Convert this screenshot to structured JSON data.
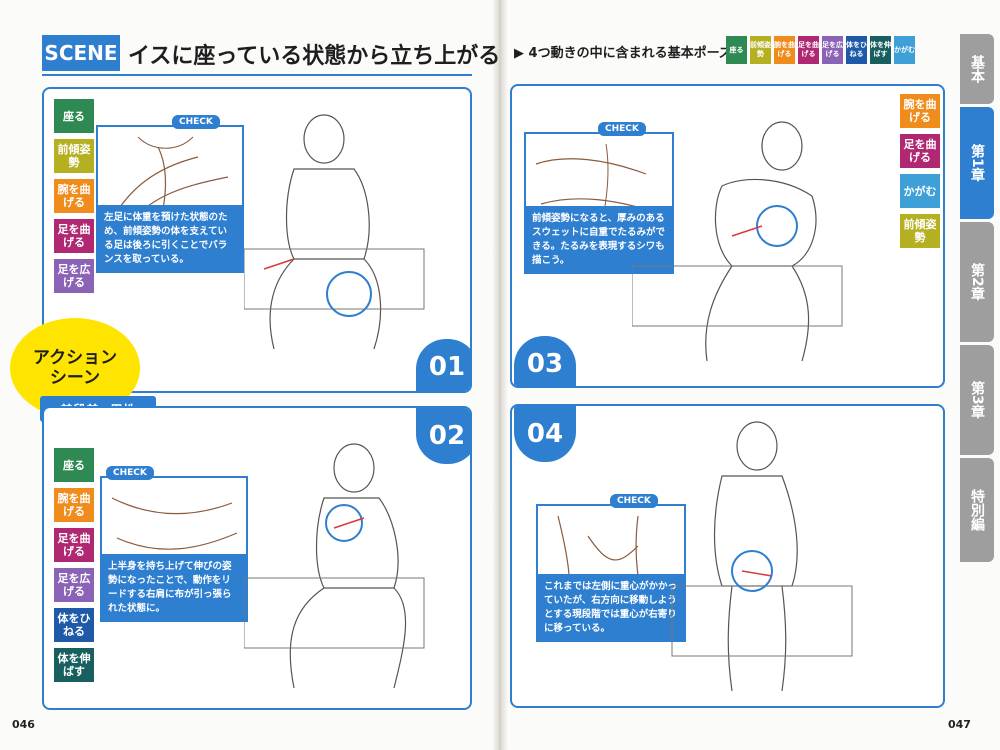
{
  "left_page": {
    "scene_label": "SCENE",
    "title": "イスに座っている状態から立ち上がる",
    "page_number": "046"
  },
  "right_page": {
    "title": "▶ 4つ動きの中に含まれる基本ポーズ",
    "page_number": "047",
    "tags": [
      {
        "label": "座る",
        "color": "#2e8a52"
      },
      {
        "label": "前傾姿勢",
        "color": "#b5b021"
      },
      {
        "label": "腕を曲げる",
        "color": "#f08c1c"
      },
      {
        "label": "足を曲げる",
        "color": "#b02772"
      },
      {
        "label": "足を広げる",
        "color": "#8a62b6"
      },
      {
        "label": "体をひねる",
        "color": "#1e5aa8"
      },
      {
        "label": "体を伸ばす",
        "color": "#17605f"
      },
      {
        "label": "かがむ",
        "color": "#3fa0d8"
      }
    ]
  },
  "chapters": [
    {
      "label": "基本",
      "color": "#9e9e9e"
    },
    {
      "label": "第1章",
      "color": "#2f7fd0"
    },
    {
      "label": "第2章",
      "color": "#9e9e9e"
    },
    {
      "label": "第3章",
      "color": "#9e9e9e"
    },
    {
      "label": "特別編",
      "color": "#9e9e9e"
    }
  ],
  "action": {
    "line1": "アクション",
    "line2": "シーン",
    "sub": "普段着×男性"
  },
  "panels": [
    {
      "number": "01",
      "check_label": "CHECK",
      "check_text": "左足に体重を預けた状態のため、前傾姿勢の体を支えている足は後ろに引くことでバランスを取っている。",
      "tags": [
        {
          "label": "座る",
          "color": "#2e8a52"
        },
        {
          "label": "前傾姿勢",
          "color": "#b5b021"
        },
        {
          "label": "腕を曲げる",
          "color": "#f08c1c"
        },
        {
          "label": "足を曲げる",
          "color": "#b02772"
        },
        {
          "label": "足を広げる",
          "color": "#8a62b6"
        }
      ]
    },
    {
      "number": "02",
      "check_label": "CHECK",
      "check_text": "上半身を持ち上げて伸びの姿勢になったことで、動作をリードする右肩に布が引っ張られた状態に。",
      "tags": [
        {
          "label": "座る",
          "color": "#2e8a52"
        },
        {
          "label": "腕を曲げる",
          "color": "#f08c1c"
        },
        {
          "label": "足を曲げる",
          "color": "#b02772"
        },
        {
          "label": "足を広げる",
          "color": "#8a62b6"
        },
        {
          "label": "体をひねる",
          "color": "#1e5aa8"
        },
        {
          "label": "体を伸ばす",
          "color": "#17605f"
        }
      ]
    },
    {
      "number": "03",
      "check_label": "CHECK",
      "check_text": "前傾姿勢になると、厚みのあるスウェットに自重でたるみができる。たるみを表現するシワも描こう。",
      "tags": [
        {
          "label": "腕を曲げる",
          "color": "#f08c1c"
        },
        {
          "label": "足を曲げる",
          "color": "#b02772"
        },
        {
          "label": "かがむ",
          "color": "#3fa0d8"
        },
        {
          "label": "前傾姿勢",
          "color": "#b5b021"
        }
      ]
    },
    {
      "number": "04",
      "check_label": "CHECK",
      "check_text": "これまでは左側に重心がかかっていたが、右方向に移動しようとする現段階では重心が右寄りに移っている。",
      "tags": []
    }
  ]
}
